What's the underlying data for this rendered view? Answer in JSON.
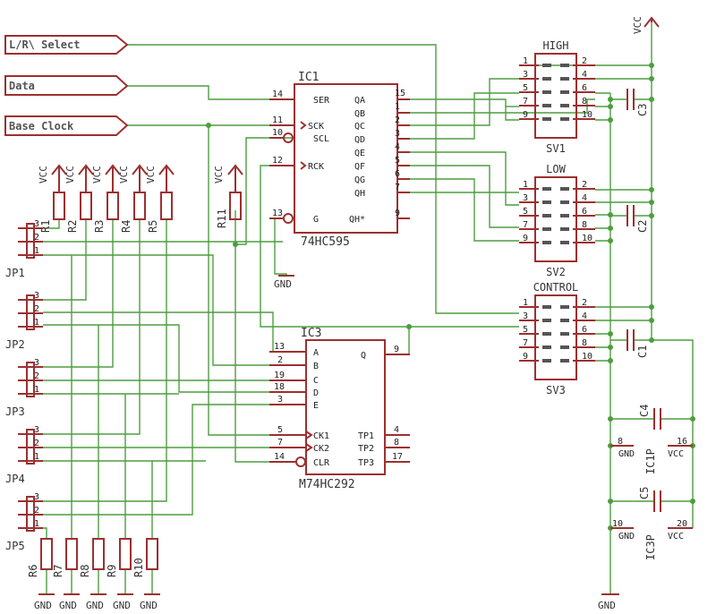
{
  "ports": [
    "L/R\\ Select",
    "Data",
    "Base Clock"
  ],
  "vcc": "VCC",
  "gnd": "GND",
  "ic1": {
    "name": "IC1",
    "part": "74HC595",
    "left_pins": [
      {
        "num": "14",
        "name": "SER"
      },
      {
        "num": "11",
        "name": "SCK"
      },
      {
        "num": "10",
        "name": "SCL"
      },
      {
        "num": "12",
        "name": "RCK"
      },
      {
        "num": "13",
        "name": "G"
      }
    ],
    "right_pins": [
      {
        "num": "15",
        "name": "QA"
      },
      {
        "num": "1",
        "name": "QB"
      },
      {
        "num": "2",
        "name": "QC"
      },
      {
        "num": "3",
        "name": "QD"
      },
      {
        "num": "4",
        "name": "QE"
      },
      {
        "num": "5",
        "name": "QF"
      },
      {
        "num": "6",
        "name": "QG"
      },
      {
        "num": "7",
        "name": "QH"
      },
      {
        "num": "9",
        "name": "QH*"
      }
    ]
  },
  "ic3": {
    "name": "IC3",
    "part": "M74HC292",
    "left_pins": [
      {
        "num": "13",
        "name": "A"
      },
      {
        "num": "2",
        "name": "B"
      },
      {
        "num": "19",
        "name": "C"
      },
      {
        "num": "18",
        "name": "D"
      },
      {
        "num": "3",
        "name": "E"
      },
      {
        "num": "5",
        "name": "CK1"
      },
      {
        "num": "7",
        "name": "CK2"
      },
      {
        "num": "14",
        "name": "CLR"
      }
    ],
    "right_pins": [
      {
        "num": "9",
        "name": "Q"
      },
      {
        "num": "4",
        "name": "TP1"
      },
      {
        "num": "8",
        "name": "TP2"
      },
      {
        "num": "17",
        "name": "TP3"
      }
    ]
  },
  "connectors": [
    {
      "name": "SV1",
      "title": "HIGH"
    },
    {
      "name": "SV2",
      "title": "LOW"
    },
    {
      "name": "SV3",
      "title": "CONTROL"
    }
  ],
  "header_pins": [
    "1",
    "2",
    "3",
    "4",
    "5",
    "6",
    "7",
    "8",
    "9",
    "10"
  ],
  "capacitors": [
    "C3",
    "C2",
    "C1",
    "C4",
    "C5"
  ],
  "power_parts": [
    {
      "name": "IC1P",
      "gnd_pin": "8",
      "vcc_pin": "16"
    },
    {
      "name": "IC3P",
      "gnd_pin": "10",
      "vcc_pin": "20"
    }
  ],
  "top_resistors": [
    "R1",
    "R2",
    "R3",
    "R4",
    "R5"
  ],
  "r11": "R11",
  "bottom_resistors": [
    "R6",
    "R7",
    "R8",
    "R9",
    "R10"
  ],
  "jumpers": [
    "JP1",
    "JP2",
    "JP3",
    "JP4",
    "JP5"
  ],
  "jumper_pins": [
    "3",
    "2",
    "1"
  ]
}
